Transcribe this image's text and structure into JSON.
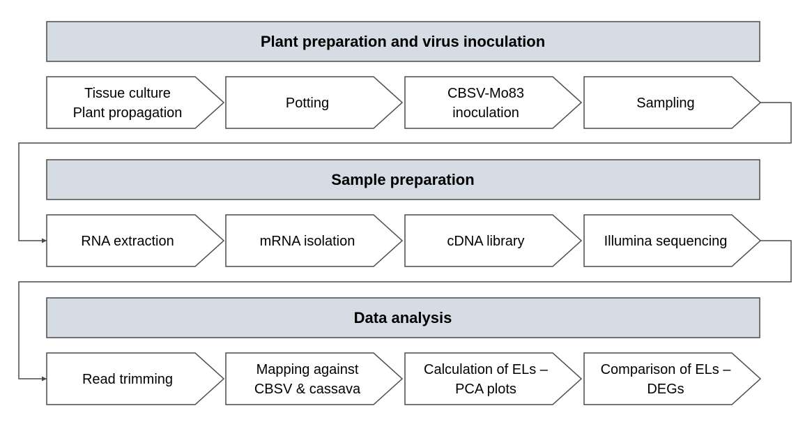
{
  "colors": {
    "banner_fill": "#d6dce4",
    "stroke": "#4a4a4a",
    "text": "#000000"
  },
  "sections": [
    {
      "title": "Plant preparation and virus inoculation",
      "steps": [
        {
          "lines": [
            "Tissue culture",
            "Plant propagation"
          ]
        },
        {
          "lines": [
            "Potting"
          ]
        },
        {
          "lines": [
            "CBSV-Mo83",
            "inoculation"
          ]
        },
        {
          "lines": [
            "Sampling"
          ]
        }
      ]
    },
    {
      "title": "Sample preparation",
      "steps": [
        {
          "lines": [
            "RNA extraction"
          ]
        },
        {
          "lines": [
            "mRNA isolation"
          ]
        },
        {
          "lines": [
            "cDNA library"
          ]
        },
        {
          "lines": [
            "Illumina sequencing"
          ]
        }
      ]
    },
    {
      "title": "Data analysis",
      "steps": [
        {
          "lines": [
            "Read trimming"
          ]
        },
        {
          "lines": [
            "Mapping against",
            "CBSV & cassava"
          ]
        },
        {
          "lines": [
            "Calculation of ELs –",
            "PCA plots"
          ]
        },
        {
          "lines": [
            "Comparison of ELs –",
            "DEGs"
          ]
        }
      ]
    }
  ]
}
